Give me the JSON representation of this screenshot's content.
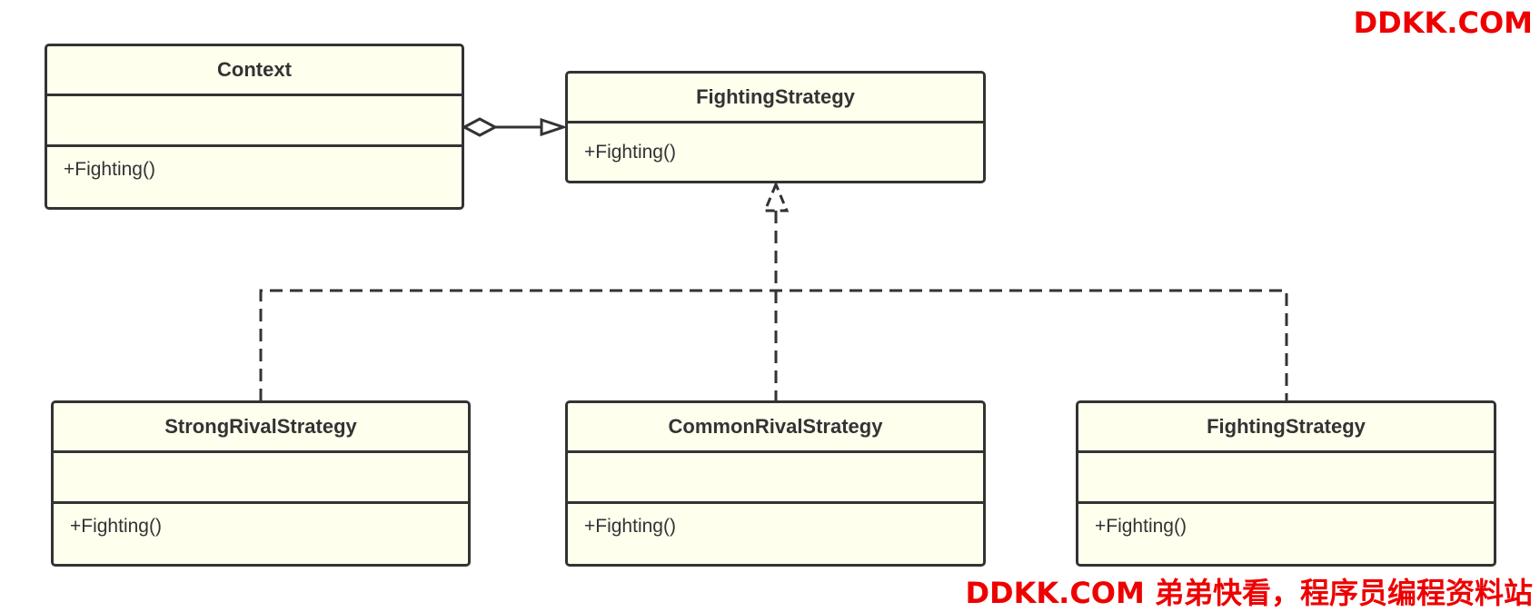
{
  "classes": {
    "context": {
      "name": "Context",
      "operations": [
        "+Fighting()"
      ]
    },
    "fighting_strategy": {
      "name": "FightingStrategy",
      "operations": [
        "+Fighting()"
      ]
    },
    "strong_rival_strategy": {
      "name": "StrongRivalStrategy",
      "operations": [
        "+Fighting()"
      ]
    },
    "common_rival_strategy": {
      "name": "CommonRivalStrategy",
      "operations": [
        "+Fighting()"
      ]
    },
    "fighting_strategy_impl": {
      "name": "FightingStrategy",
      "operations": [
        "+Fighting()"
      ]
    }
  },
  "relations": [
    {
      "from": "Context",
      "to": "FightingStrategy",
      "type": "aggregation"
    },
    {
      "from": "StrongRivalStrategy",
      "to": "FightingStrategy",
      "type": "realization"
    },
    {
      "from": "CommonRivalStrategy",
      "to": "FightingStrategy",
      "type": "realization"
    },
    {
      "from": "FightingStrategy",
      "to": "FightingStrategy",
      "type": "realization"
    }
  ],
  "watermarks": {
    "top": "DDKK.COM",
    "bottom": "DDKK.COM 弟弟快看，程序员编程资料站"
  },
  "colors": {
    "box_fill": "#ffffee",
    "stroke": "#333333",
    "watermark": "#ee0000"
  }
}
